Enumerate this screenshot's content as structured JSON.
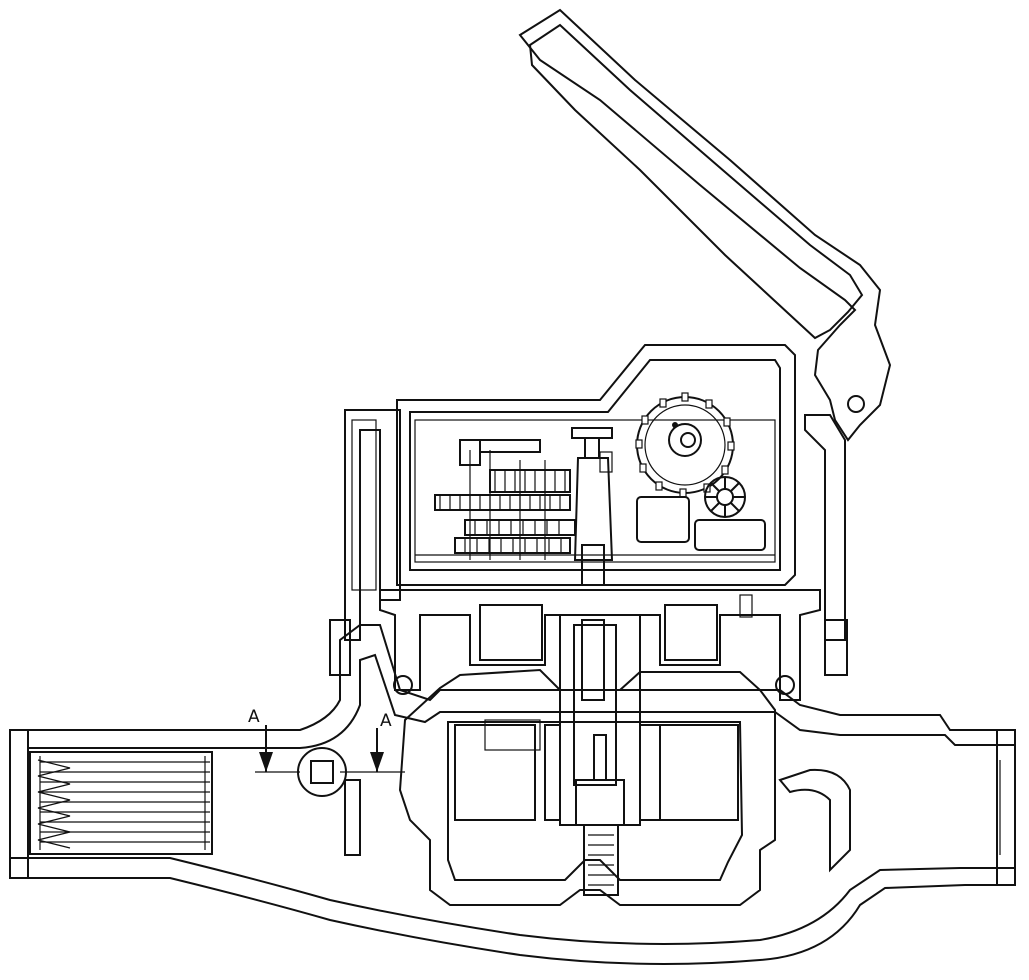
{
  "diagram": {
    "section_marks": [
      {
        "id": "left",
        "text": "A"
      },
      {
        "id": "right",
        "text": "A"
      }
    ],
    "colors": {
      "ink": "#111111",
      "paper": "#ffffff"
    }
  }
}
